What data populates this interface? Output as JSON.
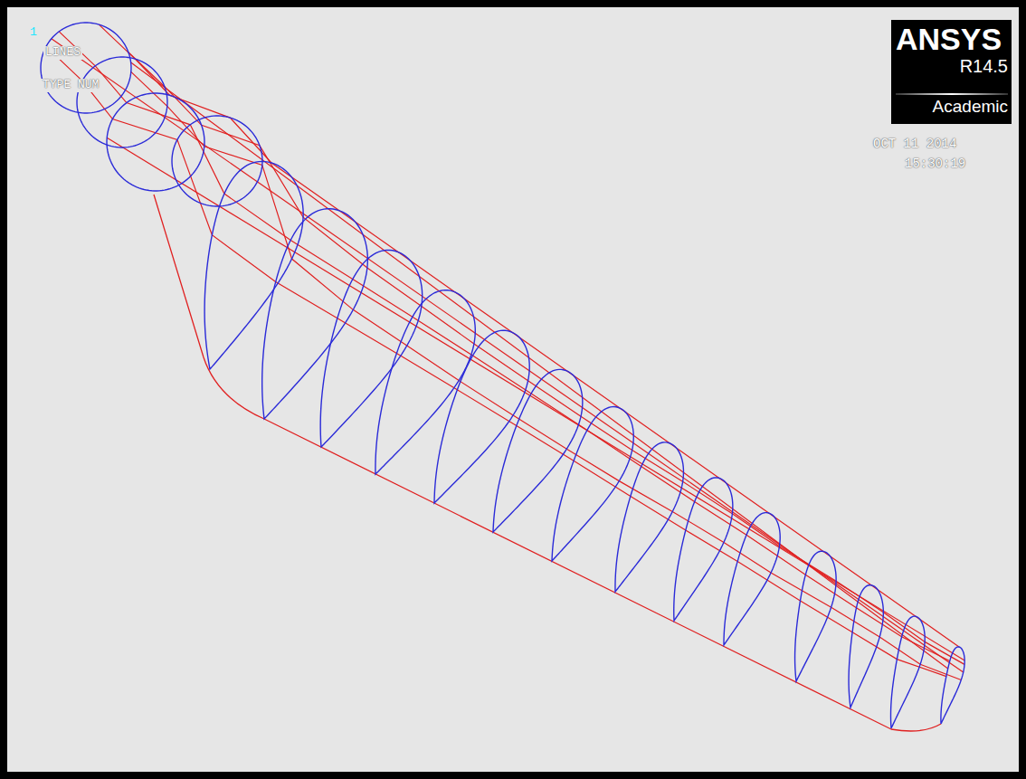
{
  "diagram": {
    "labels": [
      "1",
      "LINES",
      "TYPE NUM",
      "ANSYS",
      "R14.5",
      "Academic",
      "OCT 11 2014",
      "15:30:19"
    ]
  }
}
